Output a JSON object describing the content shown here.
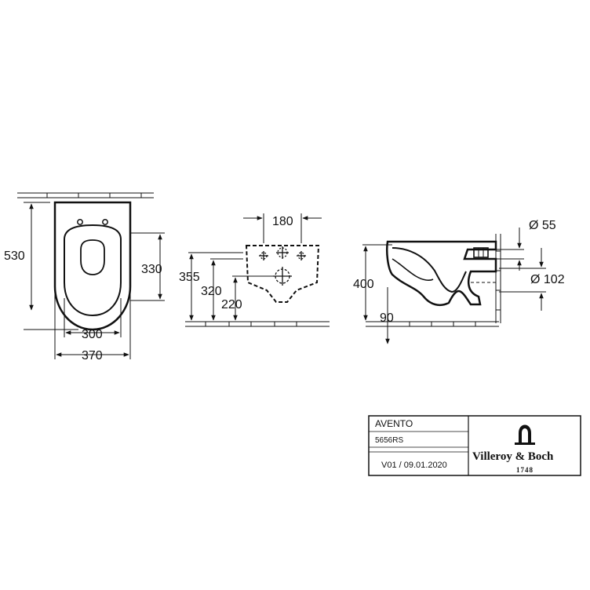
{
  "drawing": {
    "front_view": {
      "dim_height": "530",
      "dim_inner_width": "300",
      "dim_outer_width": "370",
      "dim_side_height": "330"
    },
    "rear_view": {
      "dim_hole_spacing": "180",
      "dim_355": "355",
      "dim_320": "320",
      "dim_220": "220"
    },
    "side_view": {
      "dim_height": "400",
      "dim_depth": "90",
      "dim_inlet": "Ø 55",
      "dim_outlet": "Ø 102"
    }
  },
  "title_block": {
    "product_name": "AVENTO",
    "article_number": "5656RS",
    "version": "V01 / 09.01.2020",
    "brand": "Villeroy & Boch",
    "brand_year": "1748"
  }
}
